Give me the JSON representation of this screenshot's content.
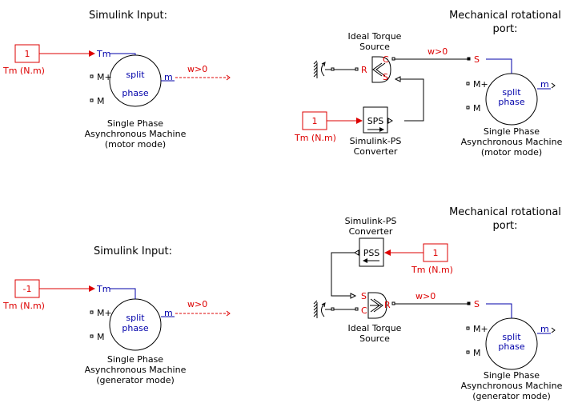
{
  "colors": {
    "signal": "#dd0000",
    "physical": "#000000",
    "port": "#0000aa"
  },
  "panels": [
    {
      "title": "Simulink Input:",
      "constant": {
        "value": "1",
        "label": "Tm (N.m)"
      },
      "machine": {
        "input_port": "Tm",
        "port_mplus": "M+",
        "port_m": "M",
        "output_port": "m",
        "icon_line1": "split",
        "icon_line2": "phase",
        "caption1": "Single Phase",
        "caption2": "Asynchronous Machine",
        "caption3": "(motor mode)"
      },
      "speed_label": "w>0"
    },
    {
      "title_line1": "Mechanical rotational",
      "title_line2": "port:",
      "torque_source": {
        "caption1": "Ideal Torque",
        "caption2": "Source",
        "port_r": "R",
        "port_c": "C",
        "port_s": "S"
      },
      "converter": {
        "icon": "SPS",
        "caption1": "Simulink-PS",
        "caption2": "Converter"
      },
      "constant": {
        "value": "1",
        "label": "Tm (N.m)"
      },
      "machine": {
        "input_port": "S",
        "port_mplus": "M+",
        "port_m": "M",
        "output_port": "m",
        "icon_line1": "split",
        "icon_line2": "phase",
        "caption1": "Single Phase",
        "caption2": "Asynchronous Machine",
        "caption3": "(motor mode)"
      },
      "speed_label": "w>0"
    },
    {
      "title": "Simulink Input:",
      "constant": {
        "value": "-1",
        "label": "Tm (N.m)"
      },
      "machine": {
        "input_port": "Tm",
        "port_mplus": "M+",
        "port_m": "M",
        "output_port": "m",
        "icon_line1": "split",
        "icon_line2": "phase",
        "caption1": "Single Phase",
        "caption2": "Asynchronous Machine",
        "caption3": "(generator mode)"
      },
      "speed_label": "w>0"
    },
    {
      "title_line1": "Mechanical rotational",
      "title_line2": "port:",
      "torque_source": {
        "caption1": "Ideal Torque",
        "caption2": "Source",
        "port_r": "R",
        "port_c": "C",
        "port_s": "S"
      },
      "converter": {
        "icon": "PSS",
        "caption1": "Simulink-PS",
        "caption2": "Converter"
      },
      "constant": {
        "value": "1",
        "label": "Tm (N.m)"
      },
      "machine": {
        "input_port": "S",
        "port_mplus": "M+",
        "port_m": "M",
        "output_port": "m",
        "icon_line1": "split",
        "icon_line2": "phase",
        "caption1": "Single Phase",
        "caption2": "Asynchronous Machine",
        "caption3": "(generator mode)"
      },
      "speed_label": "w>0"
    }
  ]
}
